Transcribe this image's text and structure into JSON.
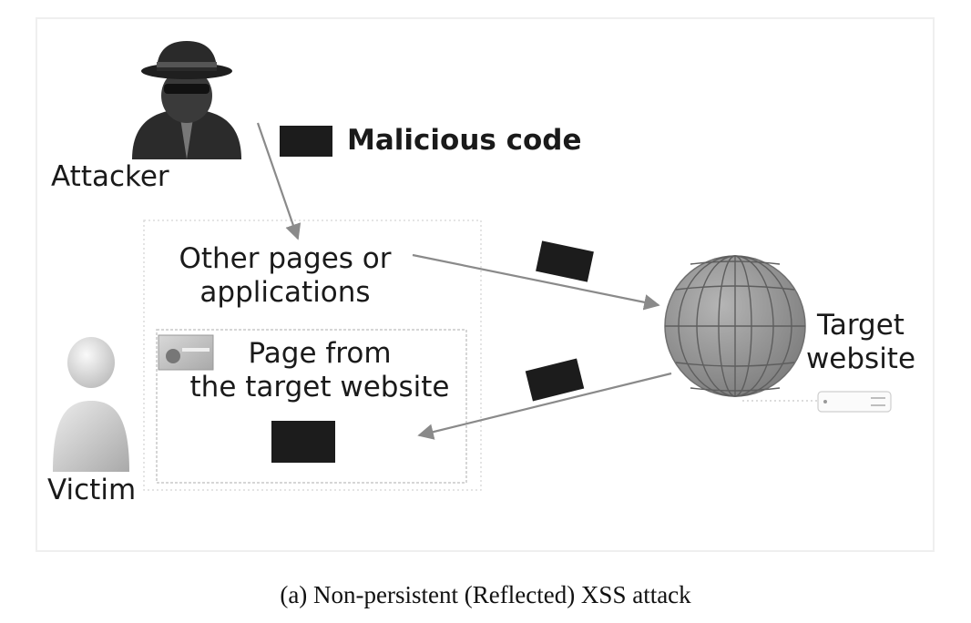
{
  "legend": {
    "label": "Malicious code"
  },
  "actors": {
    "attacker": {
      "label": "Attacker",
      "icon": "attacker-icon"
    },
    "victim": {
      "label": "Victim",
      "icon": "victim-icon"
    },
    "target": {
      "label_line1": "Target",
      "label_line2": "website",
      "icon": "globe-icon"
    }
  },
  "boxes": {
    "other_pages": {
      "line1": "Other pages or",
      "line2": "applications"
    },
    "target_page": {
      "line1": "Page from",
      "line2": "the target website"
    }
  },
  "caption": "(a) Non-persistent (Reflected) XSS attack",
  "colors": {
    "payload": "#1c1c1c",
    "arrow": "#8a8a8a",
    "globe": "#8f8f8f",
    "box_border": "#c8c8c8"
  }
}
